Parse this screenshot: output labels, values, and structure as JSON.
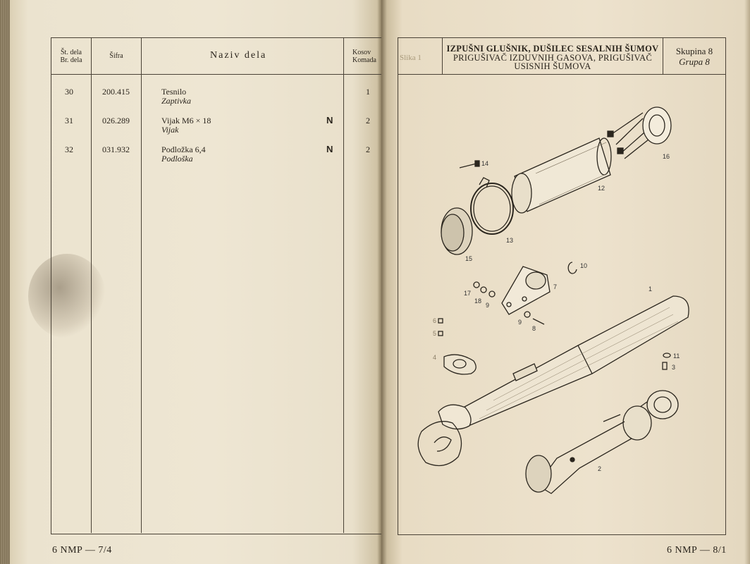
{
  "left": {
    "headers": {
      "num_line1": "Št. dela",
      "num_line2": "Br. dela",
      "code": "Šifra",
      "name": "Naziv dela",
      "qty_line1": "Kosov",
      "qty_line2": "Komada"
    },
    "rows": [
      {
        "num": "30",
        "code": "200.415",
        "name": "Tesnilo",
        "name_alt": "Zaptivka",
        "flag": "",
        "qty": "1"
      },
      {
        "num": "31",
        "code": "026.289",
        "name": "Vijak M6 × 18",
        "name_alt": "Vijak",
        "flag": "N",
        "qty": "2"
      },
      {
        "num": "32",
        "code": "031.932",
        "name": "Podložka 6,4",
        "name_alt": "Podloška",
        "flag": "N",
        "qty": "2"
      }
    ],
    "footer": "6 NMP — 7/4"
  },
  "right": {
    "figure_label": "Slika 1",
    "title_line1": "IZPUŠNI GLUŠNIK, DUŠILEC SESALNIH ŠUMOV",
    "title_line2": "PRIGUŠIVAČ IZDUVNIH GASOVA, PRIGUŠIVAČ",
    "title_line3": "USISNIH ŠUMOVA",
    "group_line1": "Skupina 8",
    "group_line2": "Grupa 8",
    "footer": "6 NMP — 8/1",
    "part_labels": [
      "14",
      "16",
      "12",
      "13",
      "15",
      "10",
      "7",
      "1",
      "17",
      "18",
      "9",
      "9",
      "8",
      "6",
      "5",
      "4",
      "11",
      "3",
      "2"
    ]
  }
}
